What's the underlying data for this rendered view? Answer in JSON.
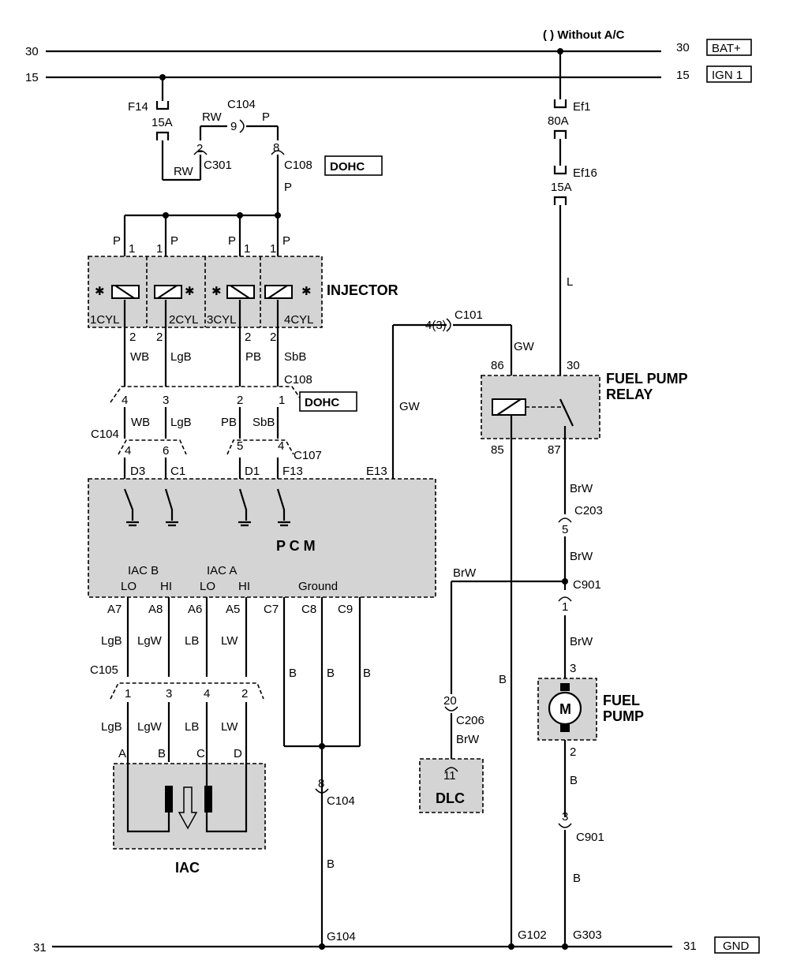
{
  "rails": {
    "bat_left": "30",
    "bat_right": "30",
    "bat_tag": "BAT+",
    "ign_left": "15",
    "ign_right": "15",
    "ign_tag": "IGN 1",
    "gnd_left": "31",
    "gnd_right": "31",
    "gnd_tag": "GND",
    "without_ac": "(   ) Without A/C"
  },
  "fuses": {
    "f14": "F14",
    "f14_rating": "15A",
    "ef1": "Ef1",
    "ef1_rating": "80A",
    "ef16": "Ef16",
    "ef16_rating": "15A"
  },
  "connectors": {
    "c104_top": "C104",
    "c104_pin": "9",
    "c301": "C301",
    "c301_pin": "2",
    "c108_top": "C108",
    "c108_pin": "8",
    "c108_mid": "C108",
    "c104_mid": "C104",
    "c107": "C107",
    "c101": "C101",
    "c101_pin": "4(3)",
    "c203": "C203",
    "c203_pin": "5",
    "c901_top": "C901",
    "c901_top_pin": "1",
    "c105": "C105",
    "c206": "C206",
    "c206_pin": "20",
    "c104_bot": "C104",
    "c104_bot_pin": "8",
    "c901_bot": "C901",
    "c901_bot_pin": "3",
    "dohc_1": "DOHC",
    "dohc_2": "DOHC"
  },
  "wires": {
    "rw1": "RW",
    "rw2": "RW",
    "p1": "P",
    "p2": "P",
    "inj_p": [
      "P",
      "P",
      "P",
      "P"
    ],
    "inj_pins_top": [
      "1",
      "1",
      "1",
      "1"
    ],
    "inj_pins_bot": [
      "2",
      "2",
      "2",
      "2"
    ],
    "inj_colors": [
      "WB",
      "LgB",
      "PB",
      "SbB"
    ],
    "c108_pins": [
      "4",
      "3",
      "2",
      "1"
    ],
    "c108_colors": [
      "WB",
      "LgB",
      "PB",
      "SbB"
    ],
    "c104_pins": [
      "4",
      "6"
    ],
    "c107_pins": [
      "5",
      "4"
    ],
    "pcm_inputs": [
      "D3",
      "C1",
      "D1",
      "F13"
    ],
    "e13": "E13",
    "gw1": "GW",
    "gw2": "GW",
    "l": "L",
    "brw1": "BrW",
    "brw2": "BrW",
    "brw3": "BrW",
    "brw4": "BrW",
    "brw5": "BrW",
    "b_relay": "B",
    "b_pump": "B",
    "b_bottom": "B",
    "b_ground": "B",
    "pcm_pins": [
      "A7",
      "A8",
      "A6",
      "A5",
      "C7",
      "C8",
      "C9"
    ],
    "iac_wire_colors": [
      "LgB",
      "LgW",
      "LB",
      "LW"
    ],
    "ground_b": [
      "B",
      "B",
      "B"
    ],
    "c105_pins": [
      "1",
      "3",
      "4",
      "2"
    ],
    "iac_wire_colors2": [
      "LgB",
      "LgW",
      "LB",
      "LW"
    ],
    "iac_pins": [
      "A",
      "B",
      "C",
      "D"
    ],
    "relay_pins": [
      "86",
      "30",
      "85",
      "87"
    ],
    "pump_pins": [
      "3",
      "2"
    ],
    "dlc_pin": "11"
  },
  "components": {
    "injector": "INJECTOR",
    "cyl": [
      "1CYL",
      "2CYL",
      "3CYL",
      "4CYL"
    ],
    "pcm": "P   C   M",
    "iac_b": "IAC  B",
    "iac_a": "IAC  A",
    "lo1": "LO",
    "hi1": "HI",
    "lo2": "LO",
    "hi2": "HI",
    "ground": "Ground",
    "relay_1": "FUEL PUMP",
    "relay_2": "RELAY",
    "pump_1": "FUEL",
    "pump_2": "PUMP",
    "motor": "M",
    "dlc": "DLC",
    "iac": "IAC"
  },
  "grounds": {
    "g104": "G104",
    "g102": "G102",
    "g303": "G303"
  }
}
